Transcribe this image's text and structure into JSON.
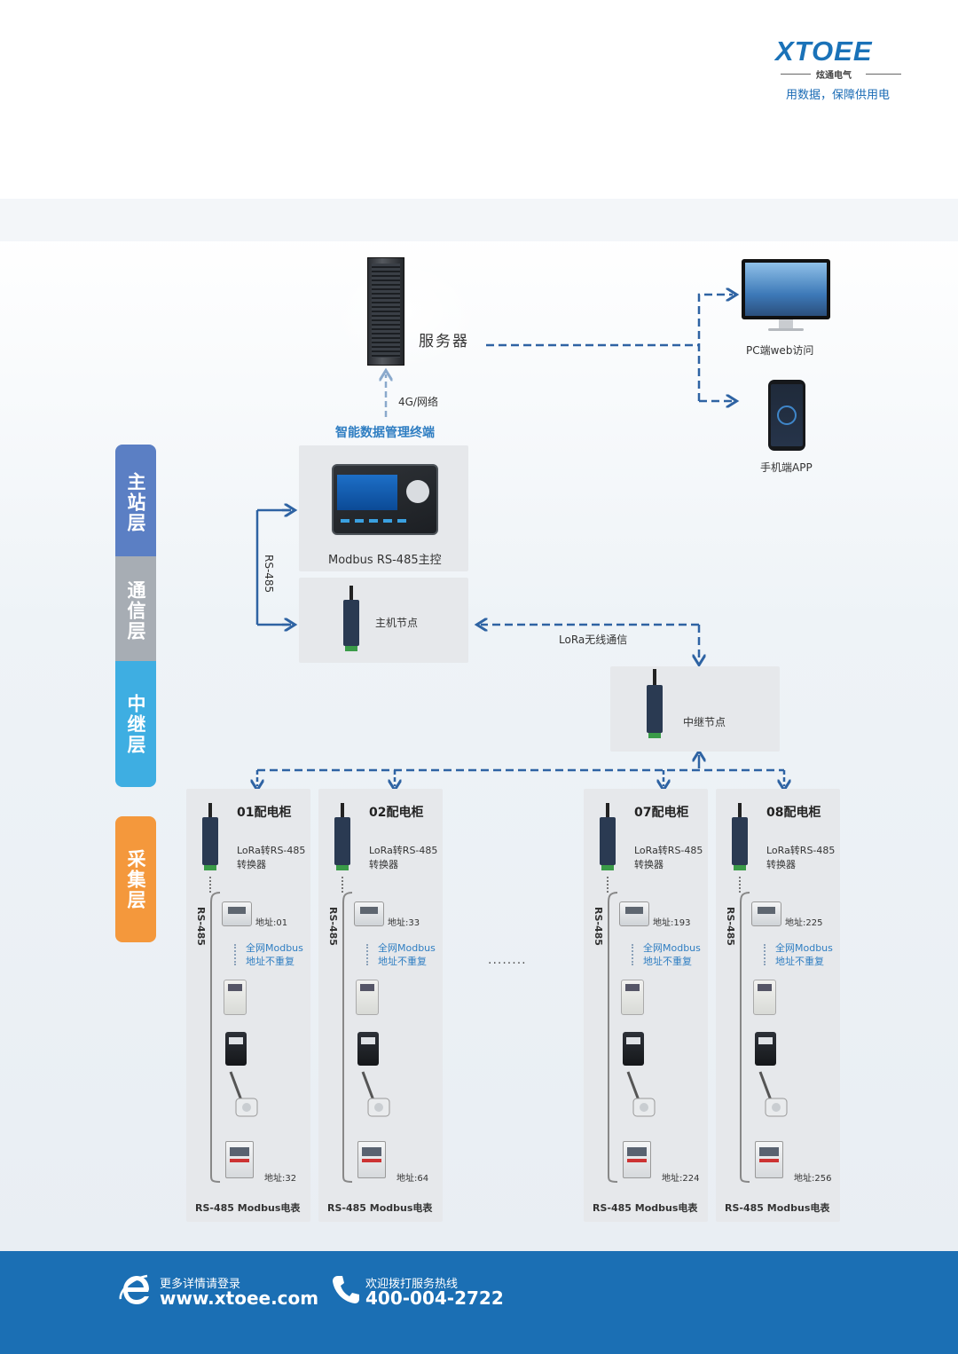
{
  "header": {
    "logo": "XTOEE",
    "logo_sub": "炫通电气",
    "slogan": "用数据，保障供用电"
  },
  "layers": [
    {
      "label": "主站层",
      "color": "#5b7fc4"
    },
    {
      "label": "通信层",
      "color": "#a7adb4"
    },
    {
      "label": "中继层",
      "color": "#3eaee2"
    },
    {
      "label": "采集层",
      "color": "#f4983c"
    }
  ],
  "top": {
    "server": "服务器",
    "network": "4G/网络",
    "pc": "PC端web访问",
    "app": "手机端APP",
    "terminal_title": "智能数据管理终端",
    "terminal_caption": "Modbus RS-485主控",
    "rs485_vertical": "RS-485",
    "host_node": "主机节点",
    "lora": "LoRa无线通信",
    "relay_node": "中继节点",
    "dots_between": "........"
  },
  "cabinets": [
    {
      "title": "01配电柜",
      "converter": "LoRa转RS-485",
      "converter2": "转换器",
      "rs485": "RS-485",
      "addr_first": "地址:01",
      "note1": "全网Modbus",
      "note2": "地址不重复",
      "addr_last": "地址:32",
      "footer": "RS-485 Modbus电表"
    },
    {
      "title": "02配电柜",
      "converter": "LoRa转RS-485",
      "converter2": "转换器",
      "rs485": "RS-485",
      "addr_first": "地址:33",
      "note1": "全网Modbus",
      "note2": "地址不重复",
      "addr_last": "地址:64",
      "footer": "RS-485 Modbus电表"
    },
    {
      "title": "07配电柜",
      "converter": "LoRa转RS-485",
      "converter2": "转换器",
      "rs485": "RS-485",
      "addr_first": "地址:193",
      "note1": "全网Modbus",
      "note2": "地址不重复",
      "addr_last": "地址:224",
      "footer": "RS-485 Modbus电表"
    },
    {
      "title": "08配电柜",
      "converter": "LoRa转RS-485",
      "converter2": "转换器",
      "rs485": "RS-485",
      "addr_first": "地址:225",
      "note1": "全网Modbus",
      "note2": "地址不重复",
      "addr_last": "地址:256",
      "footer": "RS-485 Modbus电表"
    }
  ],
  "footer": {
    "login_label": "更多详情请登录",
    "website": "www.xtoee.com",
    "hotline_label": "欢迎拨打服务热线",
    "hotline": "400-004-2722"
  }
}
